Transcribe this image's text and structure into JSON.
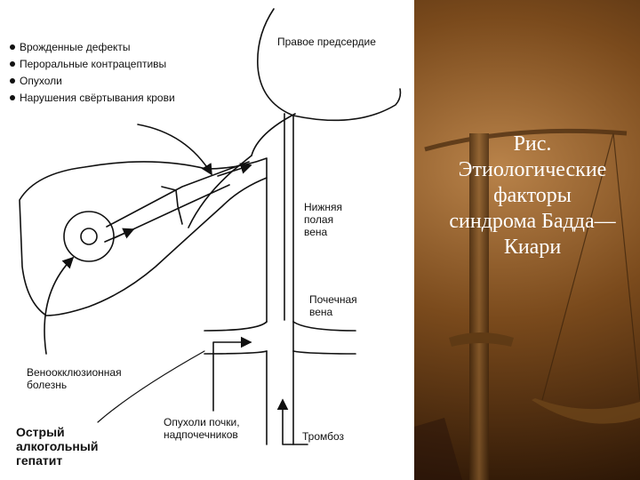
{
  "risk_factors": [
    "Врожденные дефекты",
    "Пероральные контрацептивы",
    "Опухоли",
    "Нарушения свёртывания крови"
  ],
  "labels": {
    "right_atrium": "Правое предсердие",
    "ivc": [
      "Нижняя",
      "полая",
      "вена"
    ],
    "renal_vein": [
      "Почечная",
      "вена"
    ],
    "venoocclusive": [
      "Веноокклюзионная",
      "болезнь"
    ],
    "alcoholic_hepatitis": [
      "Острый",
      "алкогольный",
      "гепатит"
    ],
    "tumors": [
      "Опухоли почки,",
      "надпочечников"
    ],
    "thrombosis": "Тромбоз"
  },
  "caption": [
    "Рис.",
    "Этиологические",
    "факторы",
    "синдрома Бадда—",
    "Киари"
  ],
  "colors": {
    "background_dark": "#3a1f08",
    "background_light": "#b9834a",
    "caption": "#ffffff",
    "panel": "#ffffff"
  }
}
